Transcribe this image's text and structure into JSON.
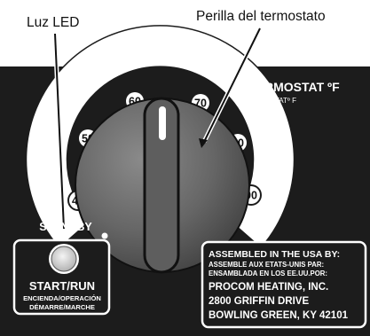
{
  "callouts": {
    "led_label": "Luz LED",
    "knob_label": "Perilla del termostato"
  },
  "thermostat": {
    "title": "THERMOSTAT ºF",
    "subtitle": "THERMOSTATº F",
    "ticks": [
      "40",
      "50",
      "60",
      "70",
      "80",
      "90"
    ]
  },
  "standby_label": "STANDBY",
  "start_button": {
    "label": "START/RUN",
    "line2": "ENCIENDA/OPERACIÓN",
    "line3": "DÉMARRE/MARCHE"
  },
  "assembly": {
    "line1": "ASSEMBLED IN THE USA BY:",
    "line2": "ASSEMBLE AUX ETATS-UNIS PAR:",
    "line3": "ENSAMBLADA EN LOS EE.UU.POR:",
    "line4": "PROCOM HEATING, INC.",
    "line5": "2800 GRIFFIN DRIVE",
    "line6": "BOWLING GREEN, KY 42101"
  },
  "colors": {
    "panel": "#1c1c1c",
    "knob": "#6a6a6a",
    "led": "#d9d9d9",
    "text_on_panel": "#ffffff"
  }
}
